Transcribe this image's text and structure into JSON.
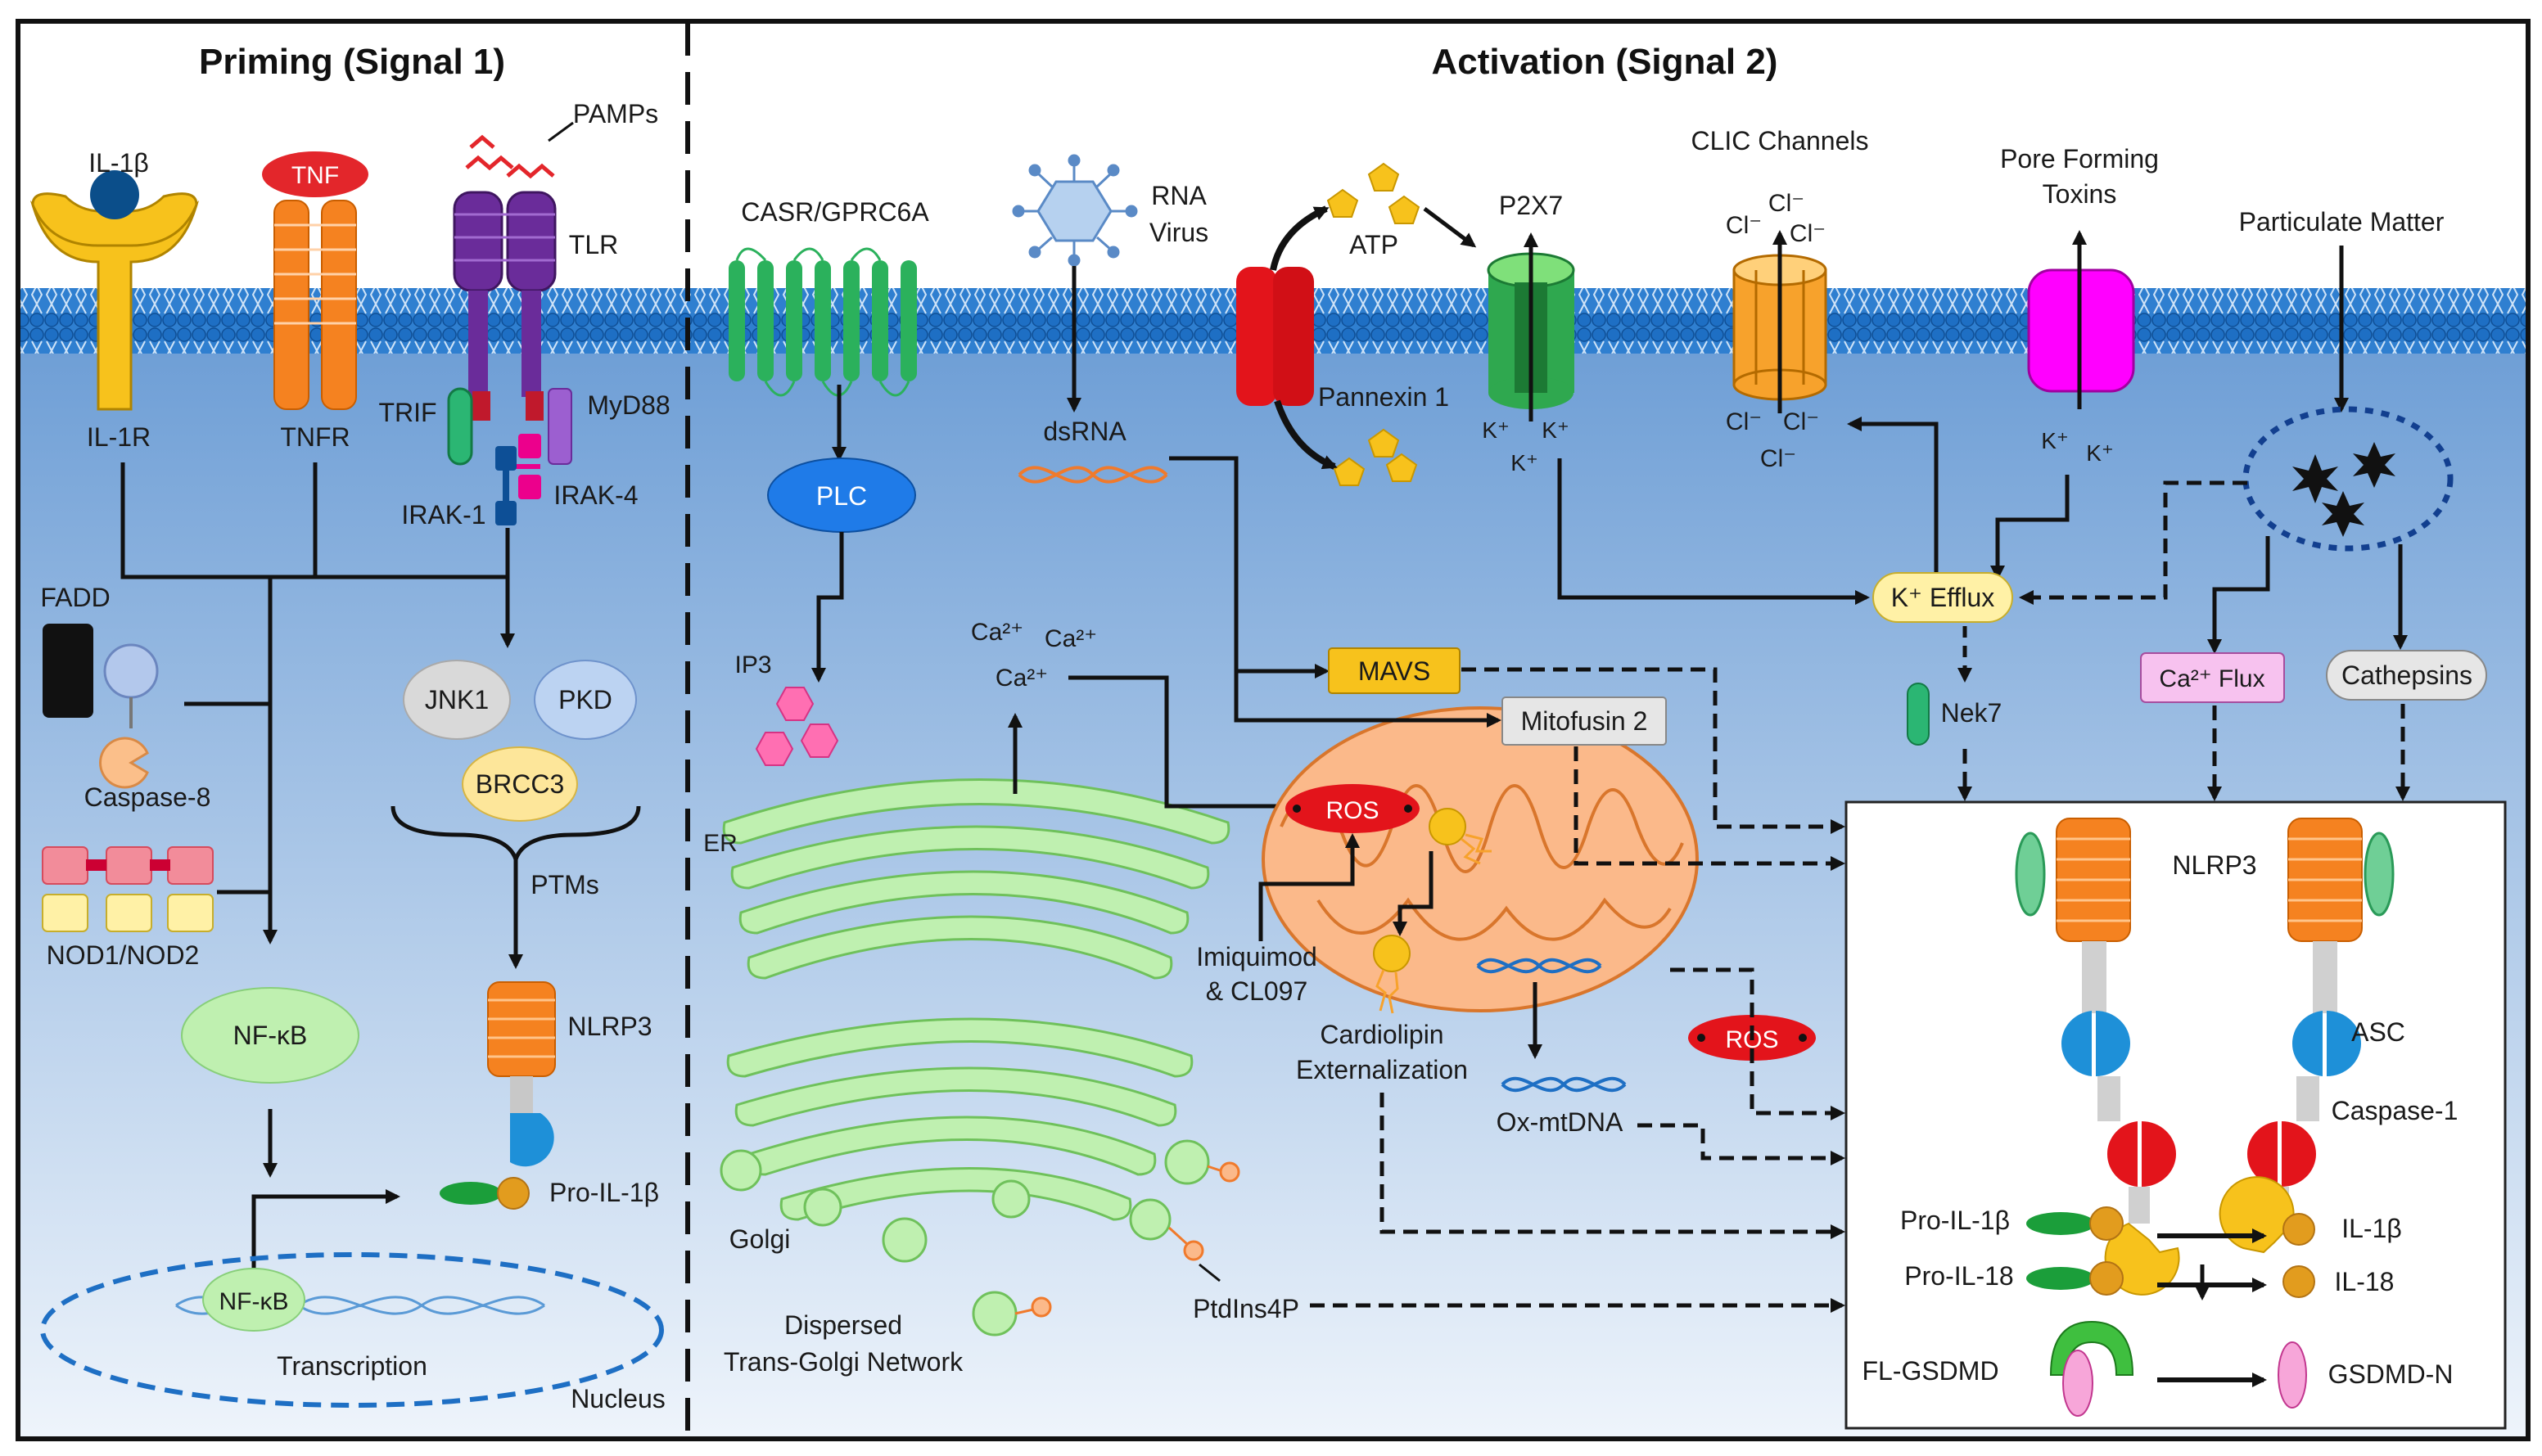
{
  "panels": {
    "priming_title": "Priming (Signal 1)",
    "activation_title": "Activation (Signal 2)"
  },
  "priming": {
    "il1b": "IL-1β",
    "tnf": "TNF",
    "pamps": "PAMPs",
    "tlr": "TLR",
    "il1r": "IL-1R",
    "tnfr": "TNFR",
    "trif": "TRIF",
    "myd88": "MyD88",
    "irak4": "IRAK-4",
    "irak1": "IRAK-1",
    "fadd": "FADD",
    "caspase8": "Caspase-8",
    "nod": "NOD1/NOD2",
    "jnk1": "JNK1",
    "pkd": "PKD",
    "brcc3": "BRCC3",
    "ptms": "PTMs",
    "nlrp3": "NLRP3",
    "pro_il1b": "Pro-IL-1β",
    "nfkb": "NF-κB",
    "nfkb_nuc": "NF-κB",
    "transcription": "Transcription",
    "nucleus": "Nucleus"
  },
  "activation": {
    "casr": "CASR/GPRC6A",
    "rna_virus_1": "RNA",
    "rna_virus_2": "Virus",
    "atp": "ATP",
    "p2x7": "P2X7",
    "clic": "CLIC Channels",
    "pore_1": "Pore Forming",
    "pore_2": "Toxins",
    "particulate": "Particulate Matter",
    "pannexin": "Pannexin 1",
    "plc": "PLC",
    "dsrna": "dsRNA",
    "ip3": "IP3",
    "ca_a": "Ca²⁺",
    "ca_b": "Ca²⁺",
    "ca_c": "Ca²⁺",
    "er": "ER",
    "golgi": "Golgi",
    "dispersed_1": "Dispersed",
    "dispersed_2": "Trans-Golgi Network",
    "ptdins": "PtdIns4P",
    "mavs": "MAVS",
    "mitofusin": "Mitofusin 2",
    "ros": "ROS",
    "ros2": "ROS",
    "imiquimod_1": "Imiquimod",
    "imiquimod_2": "& CL097",
    "cardiolipin_1": "Cardiolipin",
    "cardiolipin_2": "Externalization",
    "ox_mtdna": "Ox-mtDNA",
    "k_a": "K⁺",
    "k_b": "K⁺",
    "k_c": "K⁺",
    "k_d": "K⁺",
    "k_e": "K⁺",
    "cl_a": "Cl⁻",
    "cl_b": "Cl⁻",
    "cl_c": "Cl⁻",
    "cl_d": "Cl⁻",
    "cl_e": "Cl⁻",
    "cl_f": "Cl⁻",
    "k_efflux": "K⁺ Efflux",
    "nek7": "Nek7",
    "ca_flux": "Ca²⁺ Flux",
    "cathepsins": "Cathepsins"
  },
  "inflammasome": {
    "nlrp3": "NLRP3",
    "asc": "ASC",
    "caspase1": "Caspase-1",
    "pro_il1b": "Pro-IL-1β",
    "pro_il18": "Pro-IL-18",
    "fl_gsdmd": "FL-GSDMD",
    "il1b": "IL-1β",
    "il18": "IL-18",
    "gsdmd_n": "GSDMD-N"
  }
}
